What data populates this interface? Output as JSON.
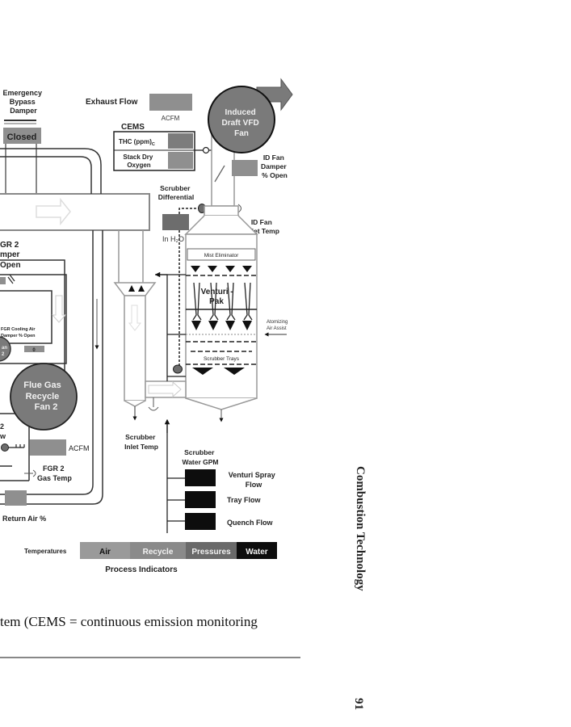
{
  "diagram": {
    "emergency_damper": {
      "title_lines": [
        "Emergency",
        "Bypass",
        "Damper"
      ],
      "status": "Closed"
    },
    "exhaust_flow": {
      "label": "Exhaust Flow",
      "unit": "ACFM"
    },
    "cems": {
      "title": "CEMS",
      "rows": [
        {
          "label": "THC (ppm)",
          "subscript": "C"
        },
        {
          "label_lines": [
            "Stack Dry",
            "Oxygen"
          ]
        }
      ]
    },
    "id_fan": {
      "lines": [
        "Induced",
        "Draft VFD",
        "Fan"
      ]
    },
    "id_fan_damper": {
      "lines": [
        "ID Fan",
        "Damper",
        "% Open"
      ]
    },
    "id_fan_inlet_temp": {
      "lines": [
        "ID Fan",
        "Inlet Temp"
      ]
    },
    "scrubber_differential": {
      "lines": [
        "Scrubber",
        "Differential"
      ],
      "unit": "In H₂O"
    },
    "fgr2_damper": {
      "lines": [
        "GR 2",
        "mper",
        "Open"
      ]
    },
    "fgr_cooling": {
      "lines": [
        "FGR Cooling Air",
        "Damper  % Open"
      ],
      "value": "0"
    },
    "small_fan": {
      "lines": [
        "an",
        "2"
      ]
    },
    "flue_gas_fan": {
      "lines": [
        "Flue Gas",
        "Recycle",
        "Fan  2"
      ]
    },
    "fgr_flow": {
      "lines": [
        "2",
        "w"
      ],
      "unit": "ACFM"
    },
    "fgr_gas_temp": {
      "lines": [
        "FGR  2",
        "Gas Temp"
      ]
    },
    "return_air": {
      "label": "Return Air %"
    },
    "scrubber": {
      "mist_eliminator": "Mist Eliminator",
      "venturi": [
        "Venturi -",
        "Pak"
      ],
      "atomizing": [
        "Atomizing",
        "Air Assist"
      ],
      "trays": "Scrubber Trays"
    },
    "scrubber_inlet_temp": {
      "lines": [
        "Scrubber",
        "Inlet Temp"
      ]
    },
    "scrubber_water": {
      "title_lines": [
        "Scrubber",
        "Water GPM"
      ],
      "flows": [
        {
          "lines": [
            "Venturi  Spray",
            "Flow"
          ]
        },
        {
          "lines": [
            "Tray Flow"
          ]
        },
        {
          "lines": [
            "Quench Flow"
          ]
        }
      ]
    },
    "legend": {
      "label": "Temperatures",
      "items": [
        {
          "label": "Air",
          "color": "#9a9a9a",
          "text_color": "#111111"
        },
        {
          "label": "Recycle",
          "color": "#8a8a8a",
          "text_color": "#f2f2f2"
        },
        {
          "label": "Pressures",
          "color": "#6a6a6a",
          "text_color": "#f2f2f2"
        },
        {
          "label": "Water",
          "color": "#0d0d0d",
          "text_color": "#f2f2f2"
        }
      ],
      "title": "Process Indicators"
    },
    "colors": {
      "indicator_gray": "#8f8f8f",
      "dark_gray": "#6d6d6d",
      "fan_fill": "#7a7a7a"
    }
  },
  "caption": "tem (CEMS = continuous emission monitoring",
  "running_head": "Combustion Technology",
  "page_number": "91"
}
